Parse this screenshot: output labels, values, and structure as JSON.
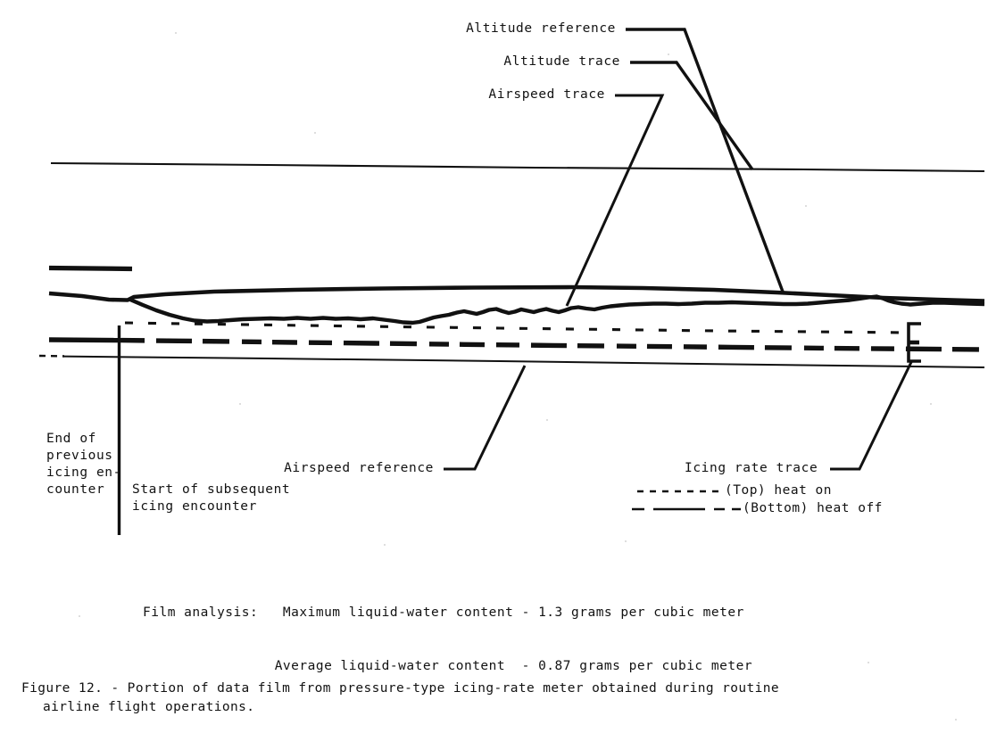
{
  "figure": {
    "caption_line1": "Figure 12. - Portion of data film from pressure-type icing-rate meter obtained during routine",
    "caption_line2": "airline flight operations."
  },
  "callouts": {
    "altitude_reference": "Altitude reference",
    "altitude_trace": "Altitude trace",
    "airspeed_trace": "Airspeed trace",
    "airspeed_reference": "Airspeed reference",
    "icing_rate_trace": "Icing rate trace"
  },
  "markers": {
    "end_previous_line1": "End of",
    "end_previous_line2": "previous",
    "end_previous_line3": "icing en-",
    "end_previous_line4": "counter",
    "start_subsequent_line1": "Start of subsequent",
    "start_subsequent_line2": "icing encounter"
  },
  "legend": {
    "heat_on": "(Top) heat on",
    "heat_off": "(Bottom) heat off"
  },
  "film_analysis": {
    "title": "Film analysis:",
    "row1_label": "Maximum liquid-water content",
    "row1_dash": "-",
    "row1_value": "1.3",
    "row1_units": "grams per cubic meter",
    "row2_label": "Average liquid-water content",
    "row2_dash": "-",
    "row2_value": "0.87",
    "row2_units": "grams per cubic meter"
  },
  "chart_data": {
    "type": "line",
    "title": "Portion of data film from pressure-type icing-rate meter",
    "xlabel": "",
    "ylabel": "",
    "grid": false,
    "legend_position": "inline-callouts",
    "note": "Strip-chart film trace; horizontal axis is time (unlabeled), vertical axis is recorder deflection (unlabeled).",
    "annotations": [
      "Altitude reference",
      "Altitude trace",
      "Airspeed trace",
      "Airspeed reference",
      "Icing rate trace",
      "End of previous icing encounter",
      "Start of subsequent icing encounter"
    ],
    "measurements": [
      {
        "name": "Maximum liquid-water content",
        "value": 1.3,
        "units": "grams per cubic meter"
      },
      {
        "name": "Average liquid-water content",
        "value": 0.87,
        "units": "grams per cubic meter"
      }
    ],
    "series": [
      {
        "name": "Altitude reference",
        "style": "thin-solid",
        "points": [
          [
            57,
            183
          ],
          [
            400,
            186
          ],
          [
            700,
            189
          ],
          [
            1100,
            192
          ]
        ]
      },
      {
        "name": "Altitude trace",
        "style": "thick-solid",
        "points": [
          [
            55,
            330
          ],
          [
            100,
            333
          ],
          [
            145,
            334
          ],
          [
            200,
            329
          ],
          [
            320,
            325
          ],
          [
            520,
            322
          ],
          [
            700,
            322
          ],
          [
            860,
            326
          ],
          [
            960,
            331
          ],
          [
            1040,
            335
          ],
          [
            1100,
            337
          ]
        ]
      },
      {
        "name": "Altitude trace leading segment",
        "style": "thick-solid",
        "points": [
          [
            55,
            330
          ],
          [
            95,
            333
          ],
          [
            130,
            337
          ],
          [
            148,
            336
          ]
        ]
      },
      {
        "name": "Airspeed trace",
        "style": "thick-wavy",
        "points": [
          [
            148,
            336
          ],
          [
            175,
            347
          ],
          [
            205,
            356
          ],
          [
            235,
            360
          ],
          [
            265,
            359
          ],
          [
            300,
            357
          ],
          [
            340,
            356
          ],
          [
            380,
            357
          ],
          [
            420,
            356
          ],
          [
            455,
            358
          ],
          [
            470,
            361
          ],
          [
            490,
            357
          ],
          [
            520,
            350
          ],
          [
            540,
            351
          ],
          [
            560,
            347
          ],
          [
            580,
            351
          ],
          [
            600,
            347
          ],
          [
            620,
            349
          ],
          [
            640,
            345
          ],
          [
            660,
            348
          ],
          [
            680,
            344
          ],
          [
            710,
            341
          ],
          [
            740,
            340
          ],
          [
            780,
            341
          ],
          [
            820,
            339
          ],
          [
            860,
            340
          ],
          [
            900,
            341
          ],
          [
            930,
            339
          ],
          [
            960,
            337
          ],
          [
            985,
            334
          ],
          [
            1000,
            338
          ],
          [
            1020,
            341
          ],
          [
            1050,
            339
          ],
          [
            1080,
            340
          ],
          [
            1100,
            341
          ]
        ]
      },
      {
        "name": "Icing rate trace (heat on)",
        "style": "fine-dotted",
        "points": [
          [
            140,
            362
          ],
          [
            400,
            366
          ],
          [
            700,
            370
          ],
          [
            1015,
            373
          ]
        ]
      },
      {
        "name": "Icing rate trace (heat off)",
        "style": "heavy-dashed",
        "points": [
          [
            55,
            381
          ],
          [
            300,
            383
          ],
          [
            650,
            387
          ],
          [
            1000,
            390
          ],
          [
            1100,
            392
          ]
        ]
      },
      {
        "name": "Airspeed reference",
        "style": "thin-solid",
        "points": [
          [
            57,
            400
          ],
          [
            400,
            404
          ],
          [
            750,
            408
          ],
          [
            1100,
            412
          ]
        ]
      },
      {
        "name": "Top short dash marker",
        "style": "thick-short",
        "points": [
          [
            55,
            300
          ],
          [
            148,
            301
          ]
        ]
      }
    ]
  }
}
